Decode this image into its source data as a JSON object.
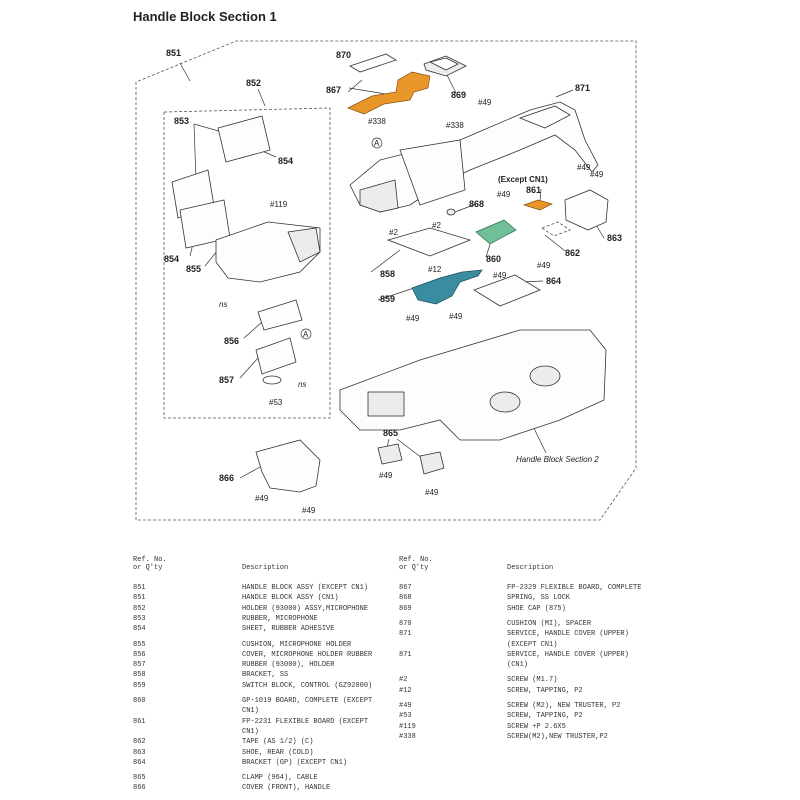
{
  "title": "Handle Block Section 1",
  "callouts": {
    "c851": "851",
    "c852": "852",
    "c853": "853",
    "c854a": "854",
    "c854b": "854",
    "c855": "855",
    "c856": "856",
    "c857": "857",
    "c858": "858",
    "c859": "859",
    "c860": "860",
    "c861": "861",
    "c862": "862",
    "c863": "863",
    "c864": "864",
    "c865": "865",
    "c866": "866",
    "c867": "867",
    "c868": "868",
    "c869": "869",
    "c870": "870",
    "c871": "871"
  },
  "notes": {
    "h49a": "#49",
    "h49b": "#49",
    "h49c": "#49",
    "h49d": "#49",
    "h49e": "#49",
    "h49f": "#49",
    "h49g": "#49",
    "h49h": "#49",
    "h49i": "#49",
    "h49j": "#49",
    "h49k": "#49",
    "h49l": "#49",
    "h338a": "#338",
    "h338b": "#338",
    "h2a": "#2",
    "h2b": "#2",
    "h12": "#12",
    "h119": "#119",
    "h53": "#53",
    "ns1": "ns",
    "ns2": "ns",
    "exceptcn1": "(Except CN1)",
    "section2": "Handle Block Section 2",
    "markA1": "A",
    "markA2": "A"
  },
  "table": {
    "header_ref_line1": "Ref. No.",
    "header_ref_line2": "or Q'ty",
    "header_desc": "Description",
    "left": [
      {
        "ref": "851",
        "desc": "HANDLE BLOCK ASSY (EXCEPT CN1)"
      },
      {
        "ref": "851",
        "desc": "HANDLE BLOCK ASSY (CN1)"
      },
      {
        "ref": "852",
        "desc": "HOLDER (93000) ASSY,MICROPHONE"
      },
      {
        "ref": "853",
        "desc": "RUBBER, MICROPHONE"
      },
      {
        "ref": "854",
        "desc": "SHEET, RUBBER ADHESIVE"
      },
      {
        "ref": "855",
        "desc": "CUSHION, MICROPHONE HOLDER"
      },
      {
        "ref": "856",
        "desc": "COVER, MICROPHONE HOLDER RUBBER"
      },
      {
        "ref": "857",
        "desc": "RUBBER (93000), HOLDER"
      },
      {
        "ref": "858",
        "desc": "BRACKET, SS"
      },
      {
        "ref": "859",
        "desc": "SWITCH BLOCK, CONTROL (GZ92000)"
      },
      {
        "ref": "860",
        "desc": "GP-1019 BOARD, COMPLETE (EXCEPT"
      },
      {
        "ref": "",
        "desc": "CN1)"
      },
      {
        "ref": "861",
        "desc": "FP-2231 FLEXIBLE BOARD (EXCEPT"
      },
      {
        "ref": "",
        "desc": "CN1)"
      },
      {
        "ref": "862",
        "desc": "TAPE (AS 1/2) (C)"
      },
      {
        "ref": "863",
        "desc": "SHOE, REAR (COLD)"
      },
      {
        "ref": "864",
        "desc": "BRACKET (GP) (EXCEPT CN1)"
      },
      {
        "ref": "865",
        "desc": "CLAMP (964), CABLE"
      },
      {
        "ref": "866",
        "desc": "COVER (FRONT), HANDLE"
      }
    ],
    "right": [
      {
        "ref": "867",
        "desc": "FP-2329 FLEXIBLE BOARD, COMPLETE"
      },
      {
        "ref": "868",
        "desc": "SPRING, SS LOCK"
      },
      {
        "ref": "869",
        "desc": "SHOE CAP (875)"
      },
      {
        "ref": "870",
        "desc": "CUSHION (MI), SPACER"
      },
      {
        "ref": "871",
        "desc": "SERVICE, HANDLE COVER (UPPER)"
      },
      {
        "ref": "",
        "desc": "(EXCEPT CN1)"
      },
      {
        "ref": "871",
        "desc": "SERVICE, HANDLE COVER (UPPER)"
      },
      {
        "ref": "",
        "desc": "(CN1)"
      },
      {
        "ref": "#2",
        "desc": "SCREW (M1.7)"
      },
      {
        "ref": "#12",
        "desc": "SCREW, TAPPING, P2"
      },
      {
        "ref": "#49",
        "desc": "SCREW (M2), NEW TRUSTER, P2"
      },
      {
        "ref": "#53",
        "desc": "SCREW, TAPPING, P2"
      },
      {
        "ref": "#119",
        "desc": "SCREW +P 2.6X5"
      },
      {
        "ref": "#338",
        "desc": "SCREW(M2),NEW TRUSTER,P2"
      }
    ]
  },
  "colors": {
    "fpc_orange": "#e8952a",
    "board_green": "#6fbf98",
    "switch_teal": "#3a8ca0"
  }
}
